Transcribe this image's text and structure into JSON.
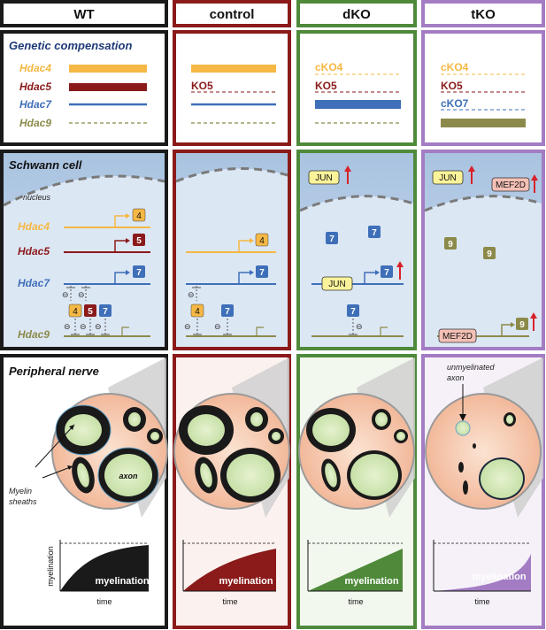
{
  "columns": [
    {
      "id": "wt",
      "title": "WT",
      "border": "#1a1a1a"
    },
    {
      "id": "control",
      "title": "control",
      "border": "#8b1a1a"
    },
    {
      "id": "dko",
      "title": "dKO",
      "border": "#4e8a3a"
    },
    {
      "id": "tko",
      "title": "tKO",
      "border": "#a37cc4"
    }
  ],
  "sections": {
    "genetic": "Genetic compensation",
    "schwann": "Schwann cell",
    "nerve": "Peripheral nerve"
  },
  "genes": [
    "Hdac4",
    "Hdac5",
    "Hdac7",
    "Hdac9"
  ],
  "colors": {
    "hdac4": "#f5b844",
    "hdac5": "#8b1a1a",
    "hdac7": "#3e6fb8",
    "hdac9": "#8c8a4a"
  },
  "knockouts": {
    "control": [
      "KO5"
    ],
    "dko": [
      "cKO4",
      "KO5"
    ],
    "tko": [
      "cKO4",
      "KO5",
      "cKO7"
    ]
  },
  "schwann": {
    "nucleus": "nucleus",
    "jun": "JUN",
    "mef2d": "MEF2D",
    "box4": "4",
    "box5": "5",
    "box7": "7",
    "box9": "9",
    "minus": "⊖"
  },
  "nerve": {
    "axon": "axon",
    "myelin_sheaths": "Myelin sheaths",
    "unmyelinated_axon": "unmyelinated axon"
  },
  "mini_chart": {
    "ylabel": "myelination",
    "xlabel": "time",
    "label": "myelination"
  }
}
